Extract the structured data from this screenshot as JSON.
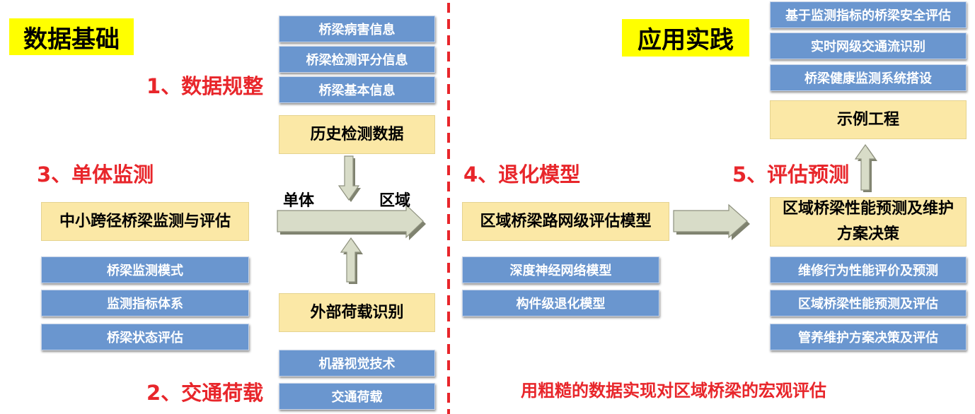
{
  "left": {
    "section_title": "数据基础",
    "data_standard": {
      "label": "1、数据规整",
      "items": [
        "桥梁病害信息",
        "桥梁检测评分信息",
        "桥梁基本信息"
      ],
      "history_box": "历史检测数据"
    },
    "traffic": {
      "label": "2、交通荷载",
      "external_box": "外部荷载识别",
      "items": [
        "机器视觉技术",
        "交通荷载"
      ]
    },
    "monitoring": {
      "label": "3、单体监测",
      "main_box": "中小跨径桥梁监测与评估",
      "items": [
        "桥梁监测模式",
        "监测指标体系",
        "桥梁状态评估"
      ]
    },
    "arrow": {
      "from_label": "单体",
      "to_label": "区域"
    }
  },
  "right": {
    "section_title": "应用实践",
    "degradation": {
      "label": "4、退化模型",
      "main_box": "区域桥梁路网级评估模型",
      "items": [
        "深度神经网络模型",
        "构件级退化模型"
      ]
    },
    "prediction": {
      "label": "5、评估预测",
      "main_box": "区域桥梁性能预测及维护方案决策",
      "items": [
        "维修行为性能评价及预测",
        "区域桥梁性能预测及评估",
        "管养维护方案决策及评估"
      ]
    },
    "demo": {
      "box": "示例工程",
      "items": [
        "基于监测指标的桥梁安全评估",
        "实时网级交通流识别",
        "桥梁健康监测系统搭设"
      ]
    }
  },
  "footer_note": "用粗糙的数据实现对区域桥梁的宏观评估",
  "colors": {
    "red": "#e8262b",
    "blue": "#6a96cf",
    "tan": "#fbe8a6",
    "yellow": "#ffff00",
    "arrow": "#d8dcc8"
  }
}
